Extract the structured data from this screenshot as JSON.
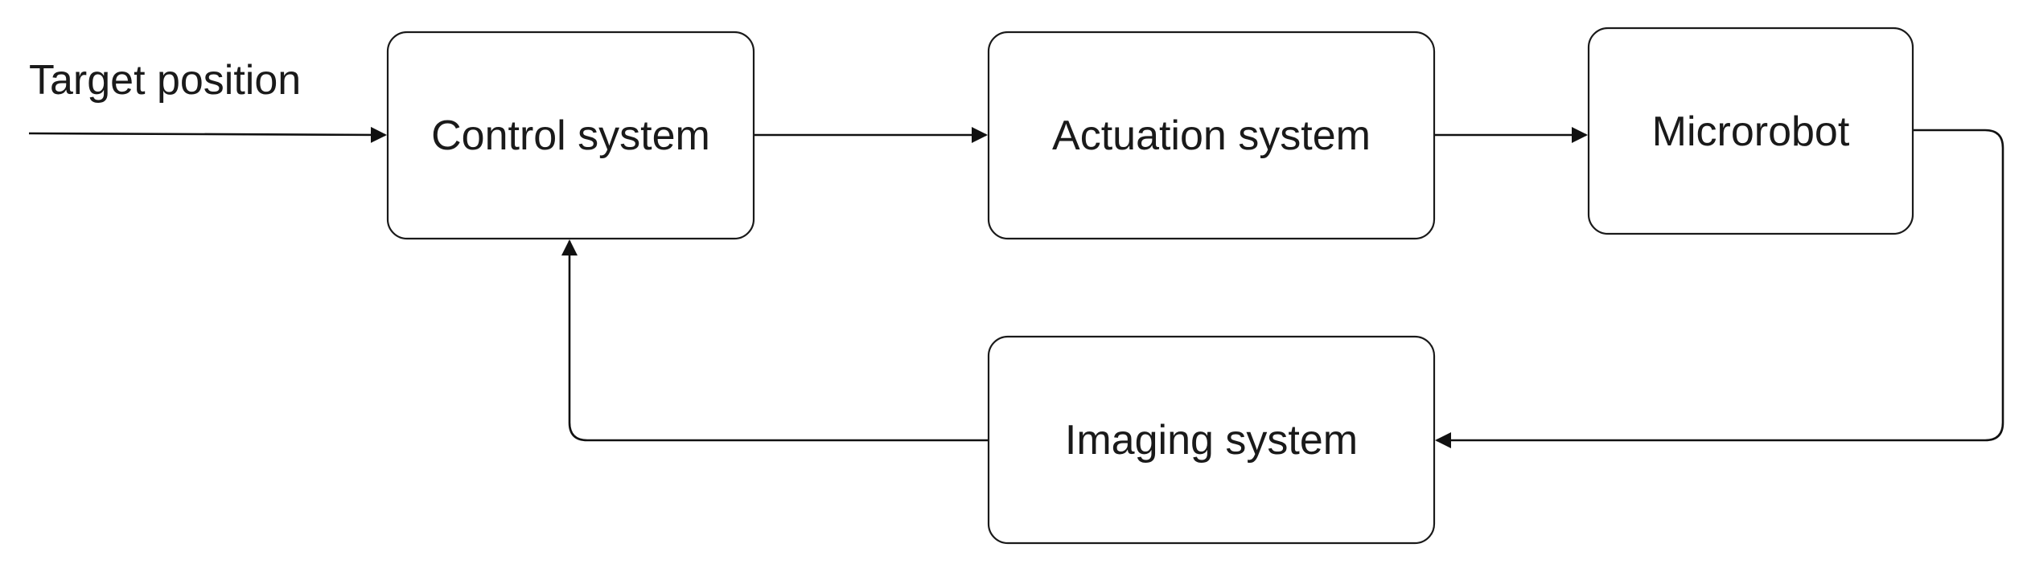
{
  "diagram": {
    "type": "block-diagram",
    "input_label": "Target position",
    "nodes": {
      "control": "Control system",
      "actuation": "Actuation system",
      "microrobot": "Microrobot",
      "imaging": "Imaging system"
    },
    "edges": [
      {
        "from": "input",
        "to": "control"
      },
      {
        "from": "control",
        "to": "actuation"
      },
      {
        "from": "actuation",
        "to": "microrobot"
      },
      {
        "from": "microrobot",
        "to": "imaging"
      },
      {
        "from": "imaging",
        "to": "control"
      }
    ],
    "colors": {
      "stroke": "#1a1a1a",
      "text": "#1a1a1a",
      "background": "#ffffff"
    }
  }
}
